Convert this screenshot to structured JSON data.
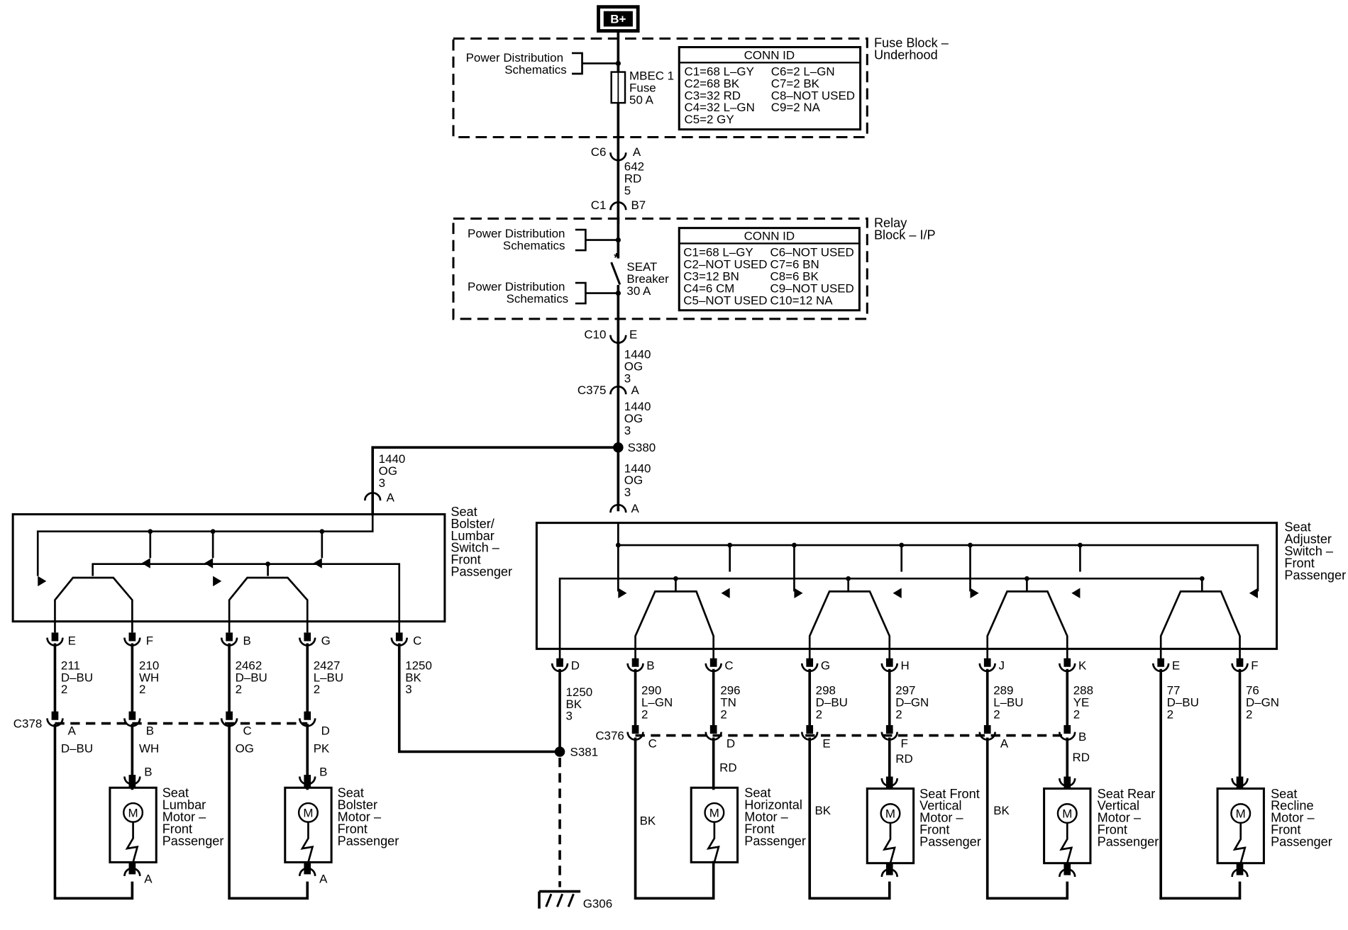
{
  "battery": {
    "label": "B+"
  },
  "fuse_block": {
    "title": [
      "Fuse Block –",
      "Underhood"
    ],
    "power_dist": [
      "Power Distribution",
      "Schematics"
    ],
    "fuse": [
      "MBEC 1",
      "Fuse",
      "50 A"
    ],
    "conn_id": {
      "title": "CONN ID",
      "left": [
        "C1=68 L–GY",
        "C2=68 BK",
        "C3=32 RD",
        "C4=32 L–GN",
        "C5=2 GY"
      ],
      "right": [
        "C6=2 L–GN",
        "C7=2 BK",
        "C8–NOT USED",
        "C9=2 NA"
      ]
    }
  },
  "wire_642": {
    "c6": "C6",
    "c6_pin": "A",
    "lines": [
      "642",
      "RD",
      "5"
    ],
    "c1": "C1",
    "c1_pin": "B7"
  },
  "relay_block": {
    "title": [
      "Relay",
      "Block – I/P"
    ],
    "power_dist_1": [
      "Power Distribution",
      "Schematics"
    ],
    "power_dist_2": [
      "Power Distribution",
      "Schematics"
    ],
    "breaker": [
      "SEAT",
      "Breaker",
      "30 A"
    ],
    "conn_id": {
      "title": "CONN ID",
      "left": [
        "C1=68 L–GY",
        "C2–NOT USED",
        "C3=12 BN",
        "C4=6 CM",
        "C5–NOT USED"
      ],
      "right": [
        "C6–NOT USED",
        "C7=6 BN",
        "C8=6 BK",
        "C9–NOT USED",
        "C10=12 NA"
      ]
    }
  },
  "feed": {
    "c10": "C10",
    "c10_pin": "E",
    "w1": [
      "1440",
      "OG",
      "3"
    ],
    "c375": "C375",
    "c375_pin": "A",
    "w2": [
      "1440",
      "OG",
      "3"
    ],
    "splice": "S380",
    "w3": [
      "1440",
      "OG",
      "3"
    ],
    "w_left": [
      "1440",
      "OG",
      "3"
    ],
    "left_pin": "A",
    "right_pin": "A"
  },
  "bolster_switch": {
    "title": [
      "Seat",
      "Bolster/",
      "Lumbar",
      "Switch –",
      "Front",
      "Passenger"
    ],
    "pins": [
      "E",
      "F",
      "B",
      "G",
      "C"
    ],
    "wires": [
      [
        "211",
        "D–BU",
        "2"
      ],
      [
        "210",
        "WH",
        "2"
      ],
      [
        "2462",
        "D–BU",
        "2"
      ],
      [
        "2427",
        "L–BU",
        "2"
      ],
      [
        "1250",
        "BK",
        "3"
      ]
    ]
  },
  "adjuster_switch": {
    "title": [
      "Seat",
      "Adjuster",
      "Switch –",
      "Front",
      "Passenger"
    ],
    "pins": [
      "D",
      "B",
      "C",
      "G",
      "H",
      "J",
      "K",
      "E",
      "F"
    ],
    "wires": [
      [
        "1250",
        "BK",
        "3"
      ],
      [
        "290",
        "L–GN",
        "2"
      ],
      [
        "296",
        "TN",
        "2"
      ],
      [
        "298",
        "D–BU",
        "2"
      ],
      [
        "297",
        "D–GN",
        "2"
      ],
      [
        "289",
        "L–BU",
        "2"
      ],
      [
        "288",
        "YE",
        "2"
      ],
      [
        "77",
        "D–BU",
        "2"
      ],
      [
        "76",
        "D–GN",
        "2"
      ]
    ]
  },
  "c378": {
    "label": "C378",
    "pins": [
      "A",
      "B",
      "C",
      "D"
    ],
    "colors": [
      "D–BU",
      "WH",
      "OG",
      "PK"
    ]
  },
  "c376": {
    "label": "C376",
    "pins": [
      "C",
      "D",
      "E",
      "F",
      "A",
      "B"
    ],
    "colors": [
      "BK",
      "RD",
      "BK",
      "RD",
      "BK",
      "RD"
    ]
  },
  "ground": {
    "splice": "S381",
    "label": "G306"
  },
  "motors": [
    {
      "name": [
        "Seat",
        "Lumbar",
        "Motor –",
        "Front",
        "Passenger"
      ],
      "top_pin": "B",
      "bottom_pin": "A"
    },
    {
      "name": [
        "Seat",
        "Bolster",
        "Motor –",
        "Front",
        "Passenger"
      ],
      "top_pin": "B",
      "bottom_pin": "A"
    },
    {
      "name": [
        "Seat",
        "Horizontal",
        "Motor –",
        "Front",
        "Passenger"
      ]
    },
    {
      "name": [
        "Seat Front",
        "Vertical",
        "Motor –",
        "Front",
        "Passenger"
      ]
    },
    {
      "name": [
        "Seat Rear",
        "Vertical",
        "Motor –",
        "Front",
        "Passenger"
      ]
    },
    {
      "name": [
        "Seat",
        "Recline",
        "Motor –",
        "Front",
        "Passenger"
      ]
    }
  ],
  "motor_symbol": "M"
}
